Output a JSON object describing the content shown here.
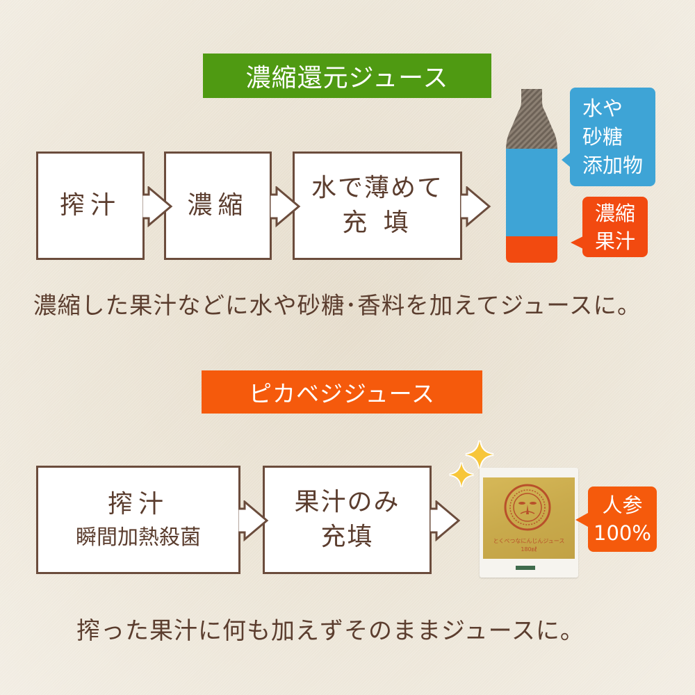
{
  "colors": {
    "background": "#ebe3d4",
    "text_brown": "#5b3d2e",
    "border_brown": "#6b4c3c",
    "green_banner": "#4f9a12",
    "orange_banner": "#f55a0c",
    "blue_callout": "#3ea4d6",
    "red_callout": "#f24a10"
  },
  "concentrate_section": {
    "title": "濃縮還元ジュース",
    "steps": [
      {
        "lines": [
          "搾汁"
        ]
      },
      {
        "lines": [
          "濃縮"
        ]
      },
      {
        "lines": [
          "水で薄めて",
          "充 填"
        ]
      }
    ],
    "bottle": {
      "icon": "bottle-icon",
      "callout_top": {
        "lines": [
          "水や",
          "砂糖",
          "添加物"
        ]
      },
      "callout_bottom": {
        "lines": [
          "濃縮",
          "果汁"
        ]
      }
    },
    "description": "濃縮した果汁などに水や砂糖･香料を加えてジュースに。"
  },
  "pikavege_section": {
    "title": "ピカベジジュース",
    "steps": [
      {
        "main": "搾汁",
        "sub": "瞬間加熱殺菌"
      },
      {
        "lines": [
          "果汁のみ",
          "充填"
        ]
      }
    ],
    "product": {
      "icon": "juice-package-icon",
      "package_name": "とくべつなにんじんジュース",
      "package_volume": "180㎖",
      "sparkle_icon": "sparkle-icon",
      "callout": {
        "lines": [
          "人参",
          "100%"
        ]
      }
    },
    "description": "搾った果汁に何も加えずそのままジュースに。"
  }
}
